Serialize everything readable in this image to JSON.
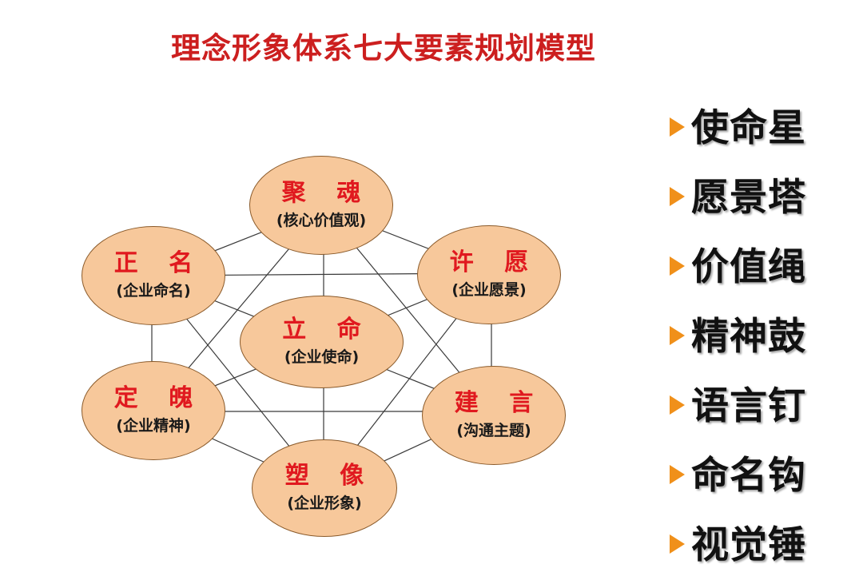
{
  "title": "理念形象体系七大要素规划模型",
  "diagram": {
    "nodes": [
      {
        "id": "juhun",
        "main": "聚 魂",
        "sub": "(核心价值观)"
      },
      {
        "id": "zhengming",
        "main": "正 名",
        "sub": "(企业命名)"
      },
      {
        "id": "xuyuan",
        "main": "许 愿",
        "sub": "(企业愿景)"
      },
      {
        "id": "liming",
        "main": "立 命",
        "sub": "(企业使命)"
      },
      {
        "id": "dingpo",
        "main": "定 魄",
        "sub": "(企业精神)"
      },
      {
        "id": "jianyan",
        "main": "建 言",
        "sub": "(沟通主题)"
      },
      {
        "id": "suxiang",
        "main": "塑 像",
        "sub": "(企业形象)"
      }
    ]
  },
  "elements": [
    {
      "label": "使命星",
      "icon": "arrow-bullet-icon"
    },
    {
      "label": "愿景塔",
      "icon": "arrow-bullet-icon"
    },
    {
      "label": "价值绳",
      "icon": "arrow-bullet-icon"
    },
    {
      "label": "精神鼓",
      "icon": "arrow-bullet-icon"
    },
    {
      "label": "语言钉",
      "icon": "arrow-bullet-icon"
    },
    {
      "label": "命名钩",
      "icon": "arrow-bullet-icon"
    },
    {
      "label": "视觉锤",
      "icon": "arrow-bullet-icon"
    }
  ],
  "colors": {
    "title": "#cc1f1f",
    "node_fill": "#f7c89b",
    "node_text": "#e0191f",
    "arrow": "#f0901a"
  }
}
